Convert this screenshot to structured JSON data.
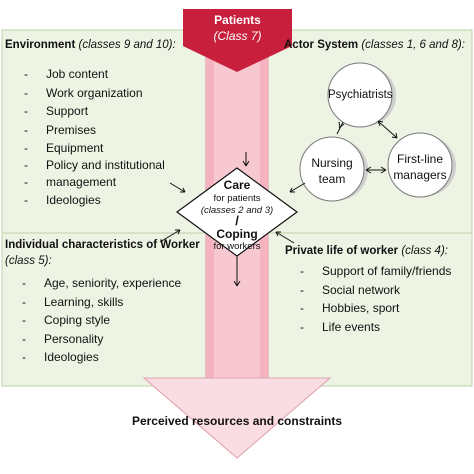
{
  "patients": {
    "label": "Patients",
    "class": "(Class 7)"
  },
  "environment": {
    "title": "Environment",
    "classes": "(classes 9 and 10):",
    "items": [
      "Job content",
      "Work organization",
      "Support",
      "Premises",
      "Equipment",
      "Policy and institutional",
      "management",
      "Ideologies"
    ]
  },
  "actor_system": {
    "title": "Actor System",
    "classes": "(classes 1, 6 and 8):",
    "nodes": {
      "psychiatrists": "Psychiatrists",
      "nursing": [
        "Nursing",
        "team"
      ],
      "firstline": [
        "First-line",
        "managers"
      ]
    }
  },
  "center": {
    "care": "Care",
    "care_sub": "for patients",
    "care_classes": "(classes 2 and 3)",
    "slash": "/",
    "coping": "Coping",
    "coping_sub": "for workers"
  },
  "individual": {
    "title": "Individual characteristics of Worker",
    "classes": "(class 5):",
    "items": [
      "Age, seniority, experience",
      "Learning, skills",
      "Coping style",
      "Personality",
      "Ideologies"
    ]
  },
  "private_life": {
    "title": "Private life of worker",
    "classes": "(class 4):",
    "items": [
      "Support of family/friends",
      "Social network",
      "Hobbies, sport",
      "Life events"
    ]
  },
  "footer": "Perceived resources and constraints",
  "colors": {
    "arrow": "#f7b8c4",
    "arrow_head": "#c8203c",
    "arrow_outline": "#d8909e",
    "box_fill": "#eef4e4",
    "box_border": "#bfd0a8"
  }
}
